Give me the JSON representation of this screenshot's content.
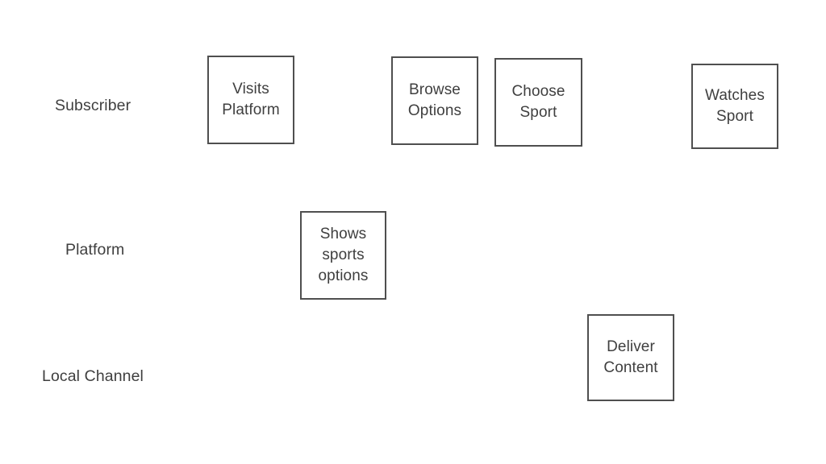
{
  "diagram": {
    "type": "swimlane-process-diagram",
    "background_color": "#ffffff",
    "box_border_color": "#4f4f4f",
    "text_color": "#3f3f3f",
    "lanes": [
      {
        "id": "subscriber",
        "label": "Subscriber"
      },
      {
        "id": "platform",
        "label": "Platform"
      },
      {
        "id": "local-channel",
        "label": "Local Channel"
      }
    ],
    "nodes": [
      {
        "id": "visits-platform",
        "lane": "subscriber",
        "label": "Visits\nPlatform"
      },
      {
        "id": "browse-options",
        "lane": "subscriber",
        "label": "Browse\nOptions"
      },
      {
        "id": "choose-sport",
        "lane": "subscriber",
        "label": "Choose\nSport"
      },
      {
        "id": "watches-sport",
        "lane": "subscriber",
        "label": "Watches\nSport"
      },
      {
        "id": "shows-sports-options",
        "lane": "platform",
        "label": "Shows\nsports\noptions"
      },
      {
        "id": "deliver-content",
        "lane": "local-channel",
        "label": "Deliver\nContent"
      }
    ]
  }
}
